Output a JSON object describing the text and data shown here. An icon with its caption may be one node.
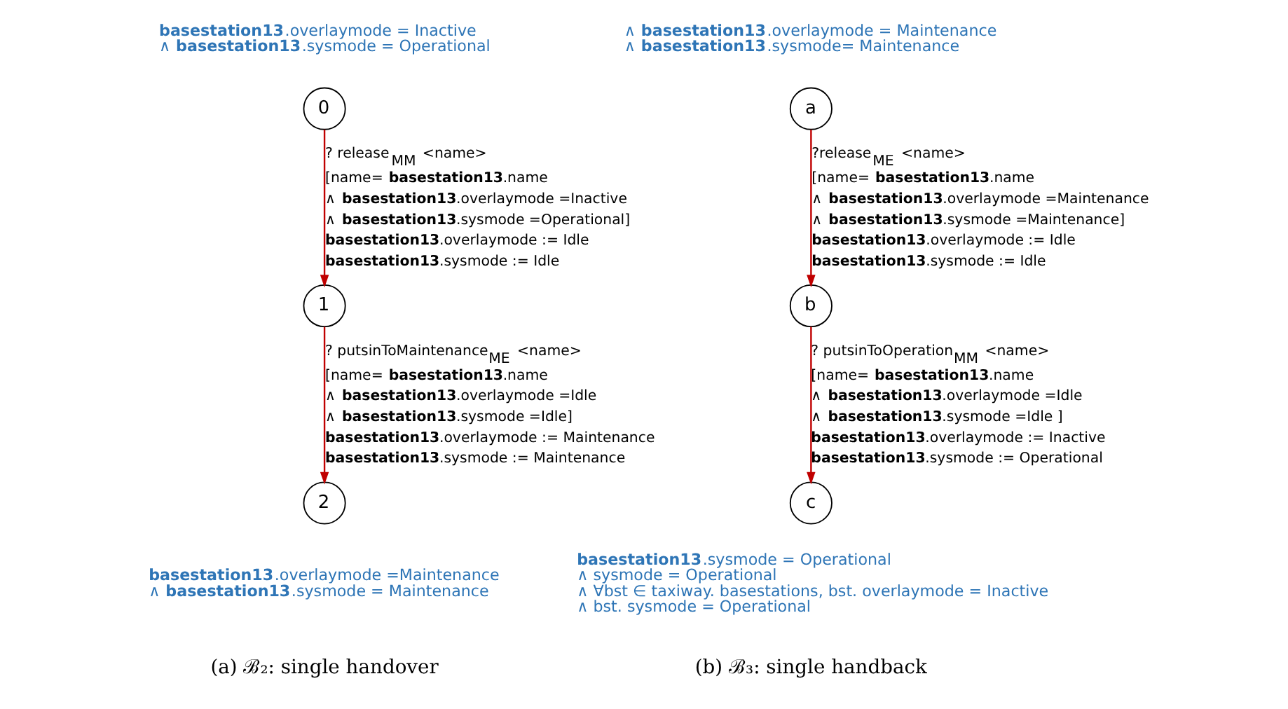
{
  "diagram": {
    "nodes": [
      {
        "text": [
          "0"
        ],
        "beside": [
          "**basestation13**.overlaymode = Inactive",
          "∧ **basestation13**.sysmode = Operational"
        ]
      },
      {
        "text": [
          "1"
        ]
      },
      {
        "text": [
          "2"
        ],
        "beside": [
          "**basestation13**.overlaymode =Maintenance",
          "∧ **basestation13**.sysmode = Maintenance"
        ]
      },
      {
        "text": [
          "a"
        ],
        "beside": [
          "∧ **basestation13**.overlaymode = Maintenance",
          "∧ **basestation13**.sysmode= Maintenance"
        ]
      },
      {
        "text": [
          "b"
        ]
      },
      {
        "text": [
          "c"
        ],
        "beside": [
          "**basestation13**.sysmode = Operational",
          "∧ sysmode = Operational",
          "∧ ∀bst ∈ taxiway. basestations, bst. overlaymode = Inactive",
          "∧ bst. sysmode = Operational"
        ]
      }
    ],
    "edges": [
      {
        "from": 0,
        "to": 1,
        "arrow": "to",
        "label": "? release$_{MM}$ <name> [name= **basestation13**.name ∧ **basestation13**.overlaymode =Inactive ∧ **basestation13**.sysmode =Operational] **basestation13**.overlaymode := Idle **basestation13**.sysmode := Idle"
      },
      {
        "from": 1,
        "to": 2,
        "arrow": "to",
        "label": "? putsinToMaintenance$_{ME}$ <name> [name= **basestation13**.name ∧ **basestation13**.overlaymode =Idle ∧ **basestation13**.sysmode =Idle] **basestation13**.overlaymode := Maintenance **basestation13**.sysmode := Maintenance"
      },
      {
        "from": 3,
        "to": 4,
        "arrow": "to",
        "label": "?release$_{ME}$ <name> [name= **basestation13**.name ∧ **basestation13**.overlaymode =Maintenance ∧ **basestation13**.sysmode =Maintenance] **basestation13**.overlaymode := Idle **basestation13**.sysmode := Idle"
      },
      {
        "from": 4,
        "to": 5,
        "arrow": "to",
        "label": "? putsinToOperation$_{MM}$ <name> [name= **basestation13**.name ∧ **basestation13**.overlaymode =Idle ∧ **basestation13**.sysmode =Idle ] **basestation13**.overlaymode := Inactive **basestation13**.sysmode := Operational"
      }
    ],
    "labels": [
      "(a) ℬ₂: single handover",
      "(b) ℬ₃: single handback"
    ]
  }
}
